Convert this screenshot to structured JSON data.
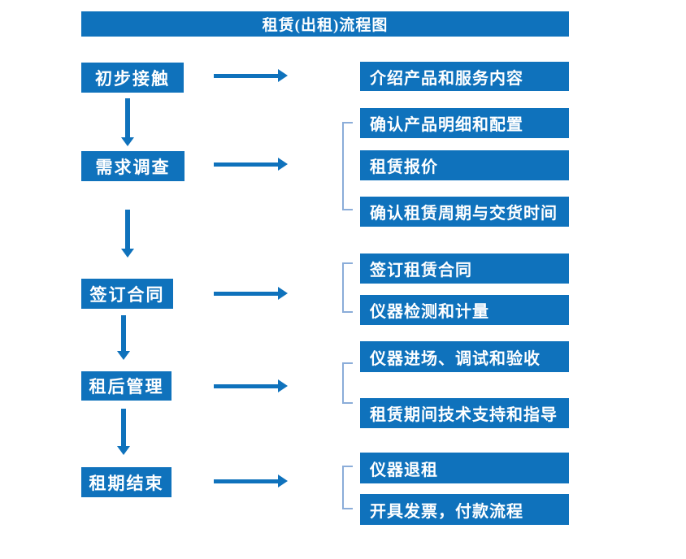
{
  "title": "租赁(出租)流程图",
  "steps": [
    {
      "label": "初步接触",
      "outputs": [
        "介绍产品和服务内容"
      ]
    },
    {
      "label": "需求调查",
      "outputs": [
        "确认产品明细和配置",
        "租赁报价",
        "确认租赁周期与交货时间"
      ]
    },
    {
      "label": "签订合同",
      "outputs": [
        "签订租赁合同",
        "仪器检测和计量"
      ]
    },
    {
      "label": "租后管理",
      "outputs": [
        "仪器进场、调试和验收",
        "租赁期间技术支持和指导"
      ]
    },
    {
      "label": "租期结束",
      "outputs": [
        "仪器退租",
        "开具发票，付款流程"
      ]
    }
  ],
  "colors": {
    "primary": "#0f72bc",
    "bracket": "#8badd9",
    "box_text": "#ffffff",
    "background": "#ffffff"
  }
}
